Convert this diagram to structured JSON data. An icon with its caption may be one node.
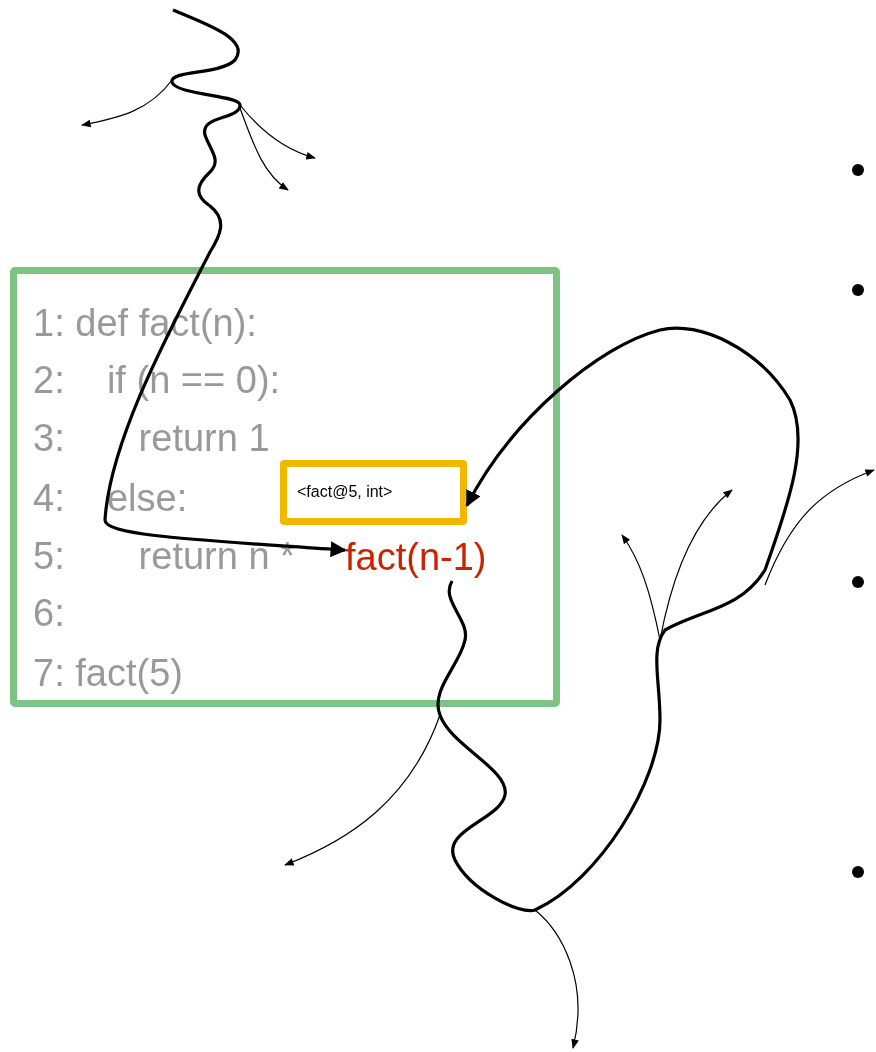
{
  "diagram": {
    "nodes": [
      {
        "text": [
          "1: def fact(n):",
          "2:    if (n == 0):",
          "3:       return 1",
          "4:    else:",
          "5:       return n *",
          "6:",
          "7: fact(5)"
        ]
      },
      {
        "text": [
          "<fact@5, int>"
        ],
        "in": 0
      },
      {
        "text": [
          "fact(n-1)"
        ],
        "in": 0
      }
    ],
    "edges": [
      {
        "from": null,
        "to": 2,
        "arrow": "to"
      },
      {
        "from": 2,
        "to": 1,
        "arrow": "to"
      }
    ]
  }
}
